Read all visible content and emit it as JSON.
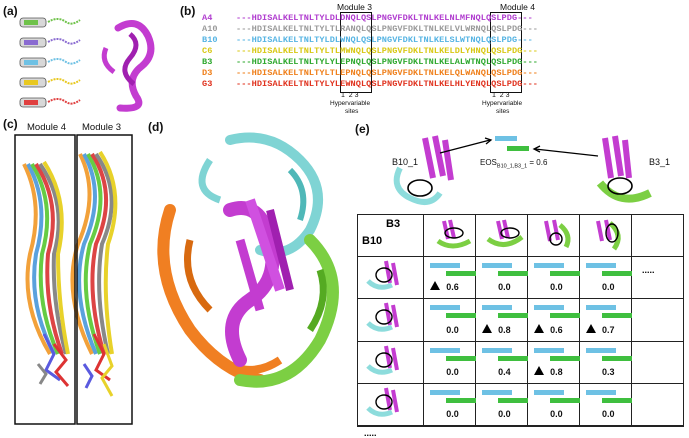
{
  "panels": {
    "a": "(a)",
    "b": "(b)",
    "c": "(c)",
    "d": "(d)",
    "e": "(e)"
  },
  "sequences": {
    "module3_label": "Module 3",
    "module4_label": "Module 4",
    "rows": [
      {
        "name": "A4",
        "seq": "---HDISALKELTNLTYLDLDNQLQSLPNGVFDKLTNLKELNLMFNQLQSLPDG---",
        "color": "#b03ccf"
      },
      {
        "name": "A10",
        "seq": "---HDISALKELTNLTYLTLRANQLQSLPNGVFDKLTNLKELVLWRNQLQSLPDG---",
        "color": "#9a9a9a"
      },
      {
        "name": "B10",
        "seq": "---HDISALKELTNLTYLDLWNQLQSLPNGVFDKLTNLKELSLWTNQLQSLPDG---",
        "color": "#56b4e3"
      },
      {
        "name": "C6",
        "seq": "---HDISALKELTNLTYLTLMWNQLQSLPNGVFDKLTNLKELDLYHNQLQSLPDG---",
        "color": "#d8c814"
      },
      {
        "name": "B3",
        "seq": "---HDISALKELTNLTYLYLEPNQLQSLPNGVFDKLTNLKELALWTNQLQSLPDG---",
        "color": "#2ea82e"
      },
      {
        "name": "D3",
        "seq": "---HDISALKELTNLTYLTLEPNQLQSLPNGVFDKLTNLKELQLWANQLQSLPDG---",
        "color": "#ef7f1a"
      },
      {
        "name": "G3",
        "seq": "---HDISALKELTNLTYLYLEWNQLQSLPNGVFDKLTNLKELHLYENQLQSLPDG---",
        "color": "#e0321e"
      }
    ],
    "site_numbers_3": "1  2 3",
    "site_numbers_4": "1  2 3",
    "hypervariable": "Hypervariable",
    "sites": "sites"
  },
  "panel_c": {
    "module4": "Module 4",
    "module3": "Module 3"
  },
  "panel_e": {
    "left_label": "B10_1",
    "right_label": "B3_1",
    "eos_prefix": "EOS",
    "eos_sub": "B10_1,B3_1",
    "eos_value": " = 0.6",
    "col_header": "B3",
    "row_header": "B10",
    "ellipsis": ".....",
    "rows": [
      {
        "values": [
          "0.6",
          "0.0",
          "0.0",
          "0.0"
        ],
        "triangles": [
          true,
          false,
          false,
          false
        ]
      },
      {
        "values": [
          "0.0",
          "0.8",
          "0.6",
          "0.7"
        ],
        "triangles": [
          false,
          true,
          true,
          true
        ]
      },
      {
        "values": [
          "0.0",
          "0.4",
          "0.8",
          "0.3"
        ],
        "triangles": [
          false,
          false,
          true,
          false
        ]
      },
      {
        "values": [
          "0.0",
          "0.0",
          "0.0",
          "0.0"
        ],
        "triangles": [
          false,
          false,
          false,
          false
        ]
      }
    ]
  },
  "colors": {
    "purple": "#c33cd0",
    "cyan": "#7fd4d4",
    "green": "#7ccf43",
    "orange": "#f07f22",
    "blue_bar": "#6ec1e4",
    "green_bar": "#3fbf3f"
  }
}
